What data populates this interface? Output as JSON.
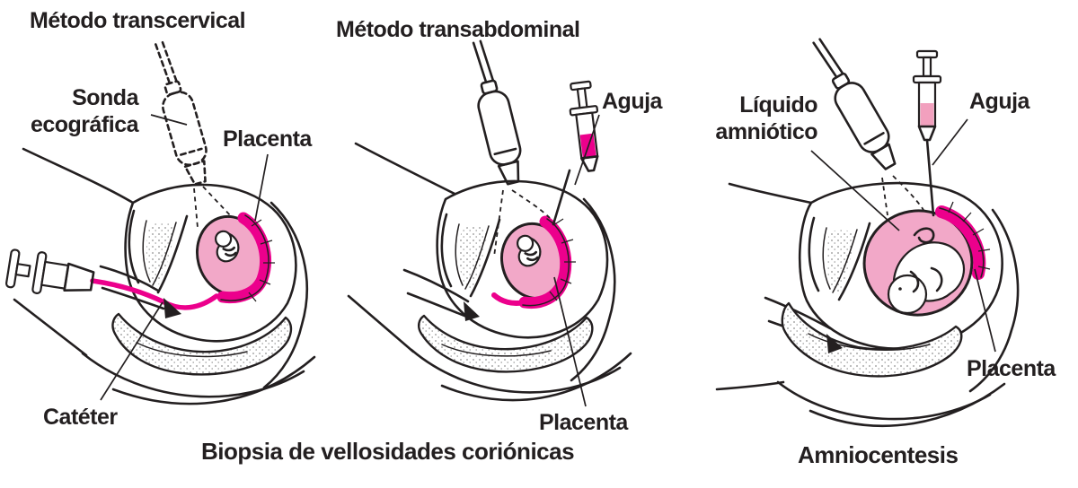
{
  "figures": [
    {
      "title": "Método transcervical",
      "labels": {
        "probe": "Sonda ecográfica",
        "placenta": "Placenta",
        "catheter": "Catéter"
      }
    },
    {
      "title": "Método transabdominal",
      "labels": {
        "needle": "Aguja",
        "placenta": "Placenta"
      }
    },
    {
      "labels": {
        "fluid": "Líquido amniótico",
        "needle": "Aguja",
        "placenta": "Placenta"
      }
    }
  ],
  "captions": {
    "cvs": "Biopsia de vellosidades coriónicas",
    "amnio": "Amniocentesis"
  },
  "colors": {
    "line": "#231f20",
    "magenta": "#EC008C",
    "sac_pink": "#F2A8C8",
    "syringe_pink": "#F2A0BE",
    "background": "#FFFFFF"
  }
}
